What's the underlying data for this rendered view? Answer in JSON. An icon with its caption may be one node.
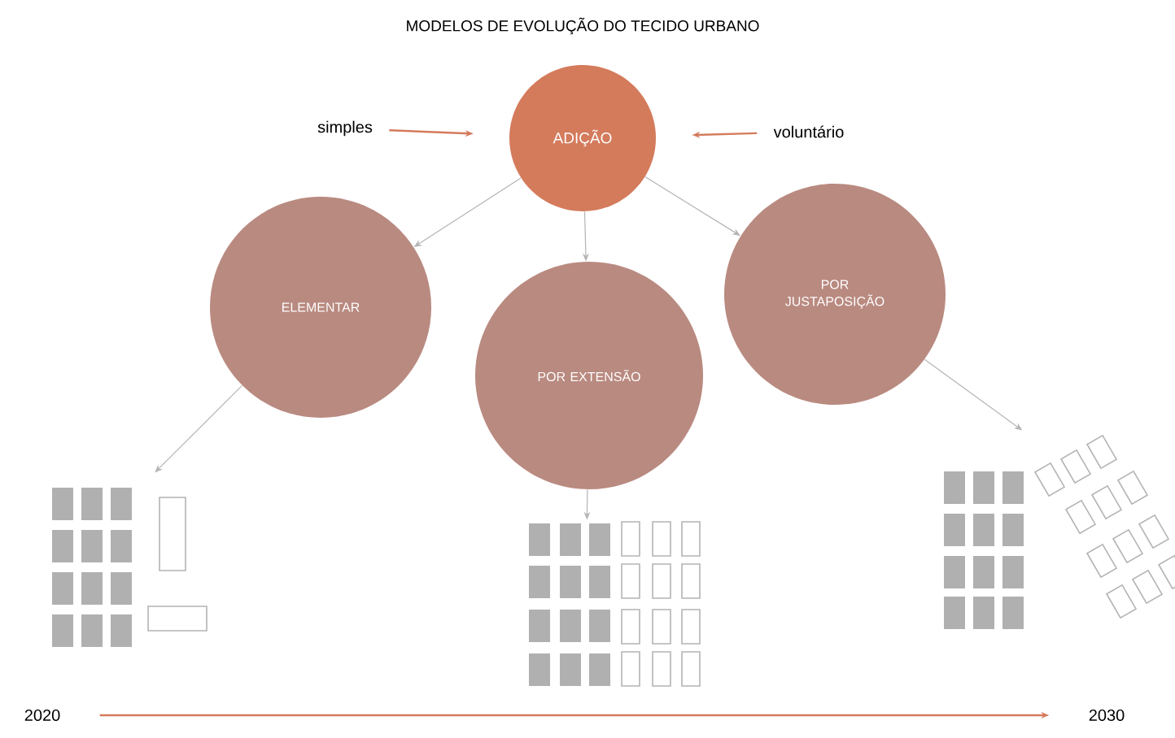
{
  "diagram": {
    "title": "MODELOS DE EVOLUÇÃO DO TECIDO URBANO",
    "nodes": [
      {
        "text": [
          "simples"
        ]
      },
      {
        "text": [
          "ADIÇÃO"
        ]
      },
      {
        "text": [
          "voluntário"
        ]
      },
      {
        "text": [
          "ELEMENTAR"
        ]
      },
      {
        "text": [
          "POR EXTENSÃO"
        ]
      },
      {
        "text": [
          "POR JUSTAPOSIÇÃO"
        ]
      },
      {
        "text": [],
        "shape": "picture"
      },
      {
        "text": [],
        "shape": "picture"
      },
      {
        "text": [],
        "shape": "picture"
      },
      {
        "text": [
          "2020"
        ]
      },
      {
        "text": [
          "2030"
        ]
      }
    ],
    "edges": [
      {
        "from": 0,
        "to": 1,
        "arrow": "to",
        "color": "#d47b5c"
      },
      {
        "from": 2,
        "to": 1,
        "arrow": "to",
        "color": "#d47b5c"
      },
      {
        "from": 1,
        "to": 3,
        "arrow": "to"
      },
      {
        "from": 1,
        "to": 4,
        "arrow": "to"
      },
      {
        "from": 1,
        "to": 5,
        "arrow": "to"
      },
      {
        "from": 3,
        "to": 6,
        "arrow": "to"
      },
      {
        "from": 4,
        "to": 7,
        "arrow": "to"
      },
      {
        "from": 5,
        "to": 8,
        "arrow": "to"
      },
      {
        "from": 9,
        "to": 10,
        "arrow": "to",
        "color": "#d47b5c"
      }
    ]
  }
}
